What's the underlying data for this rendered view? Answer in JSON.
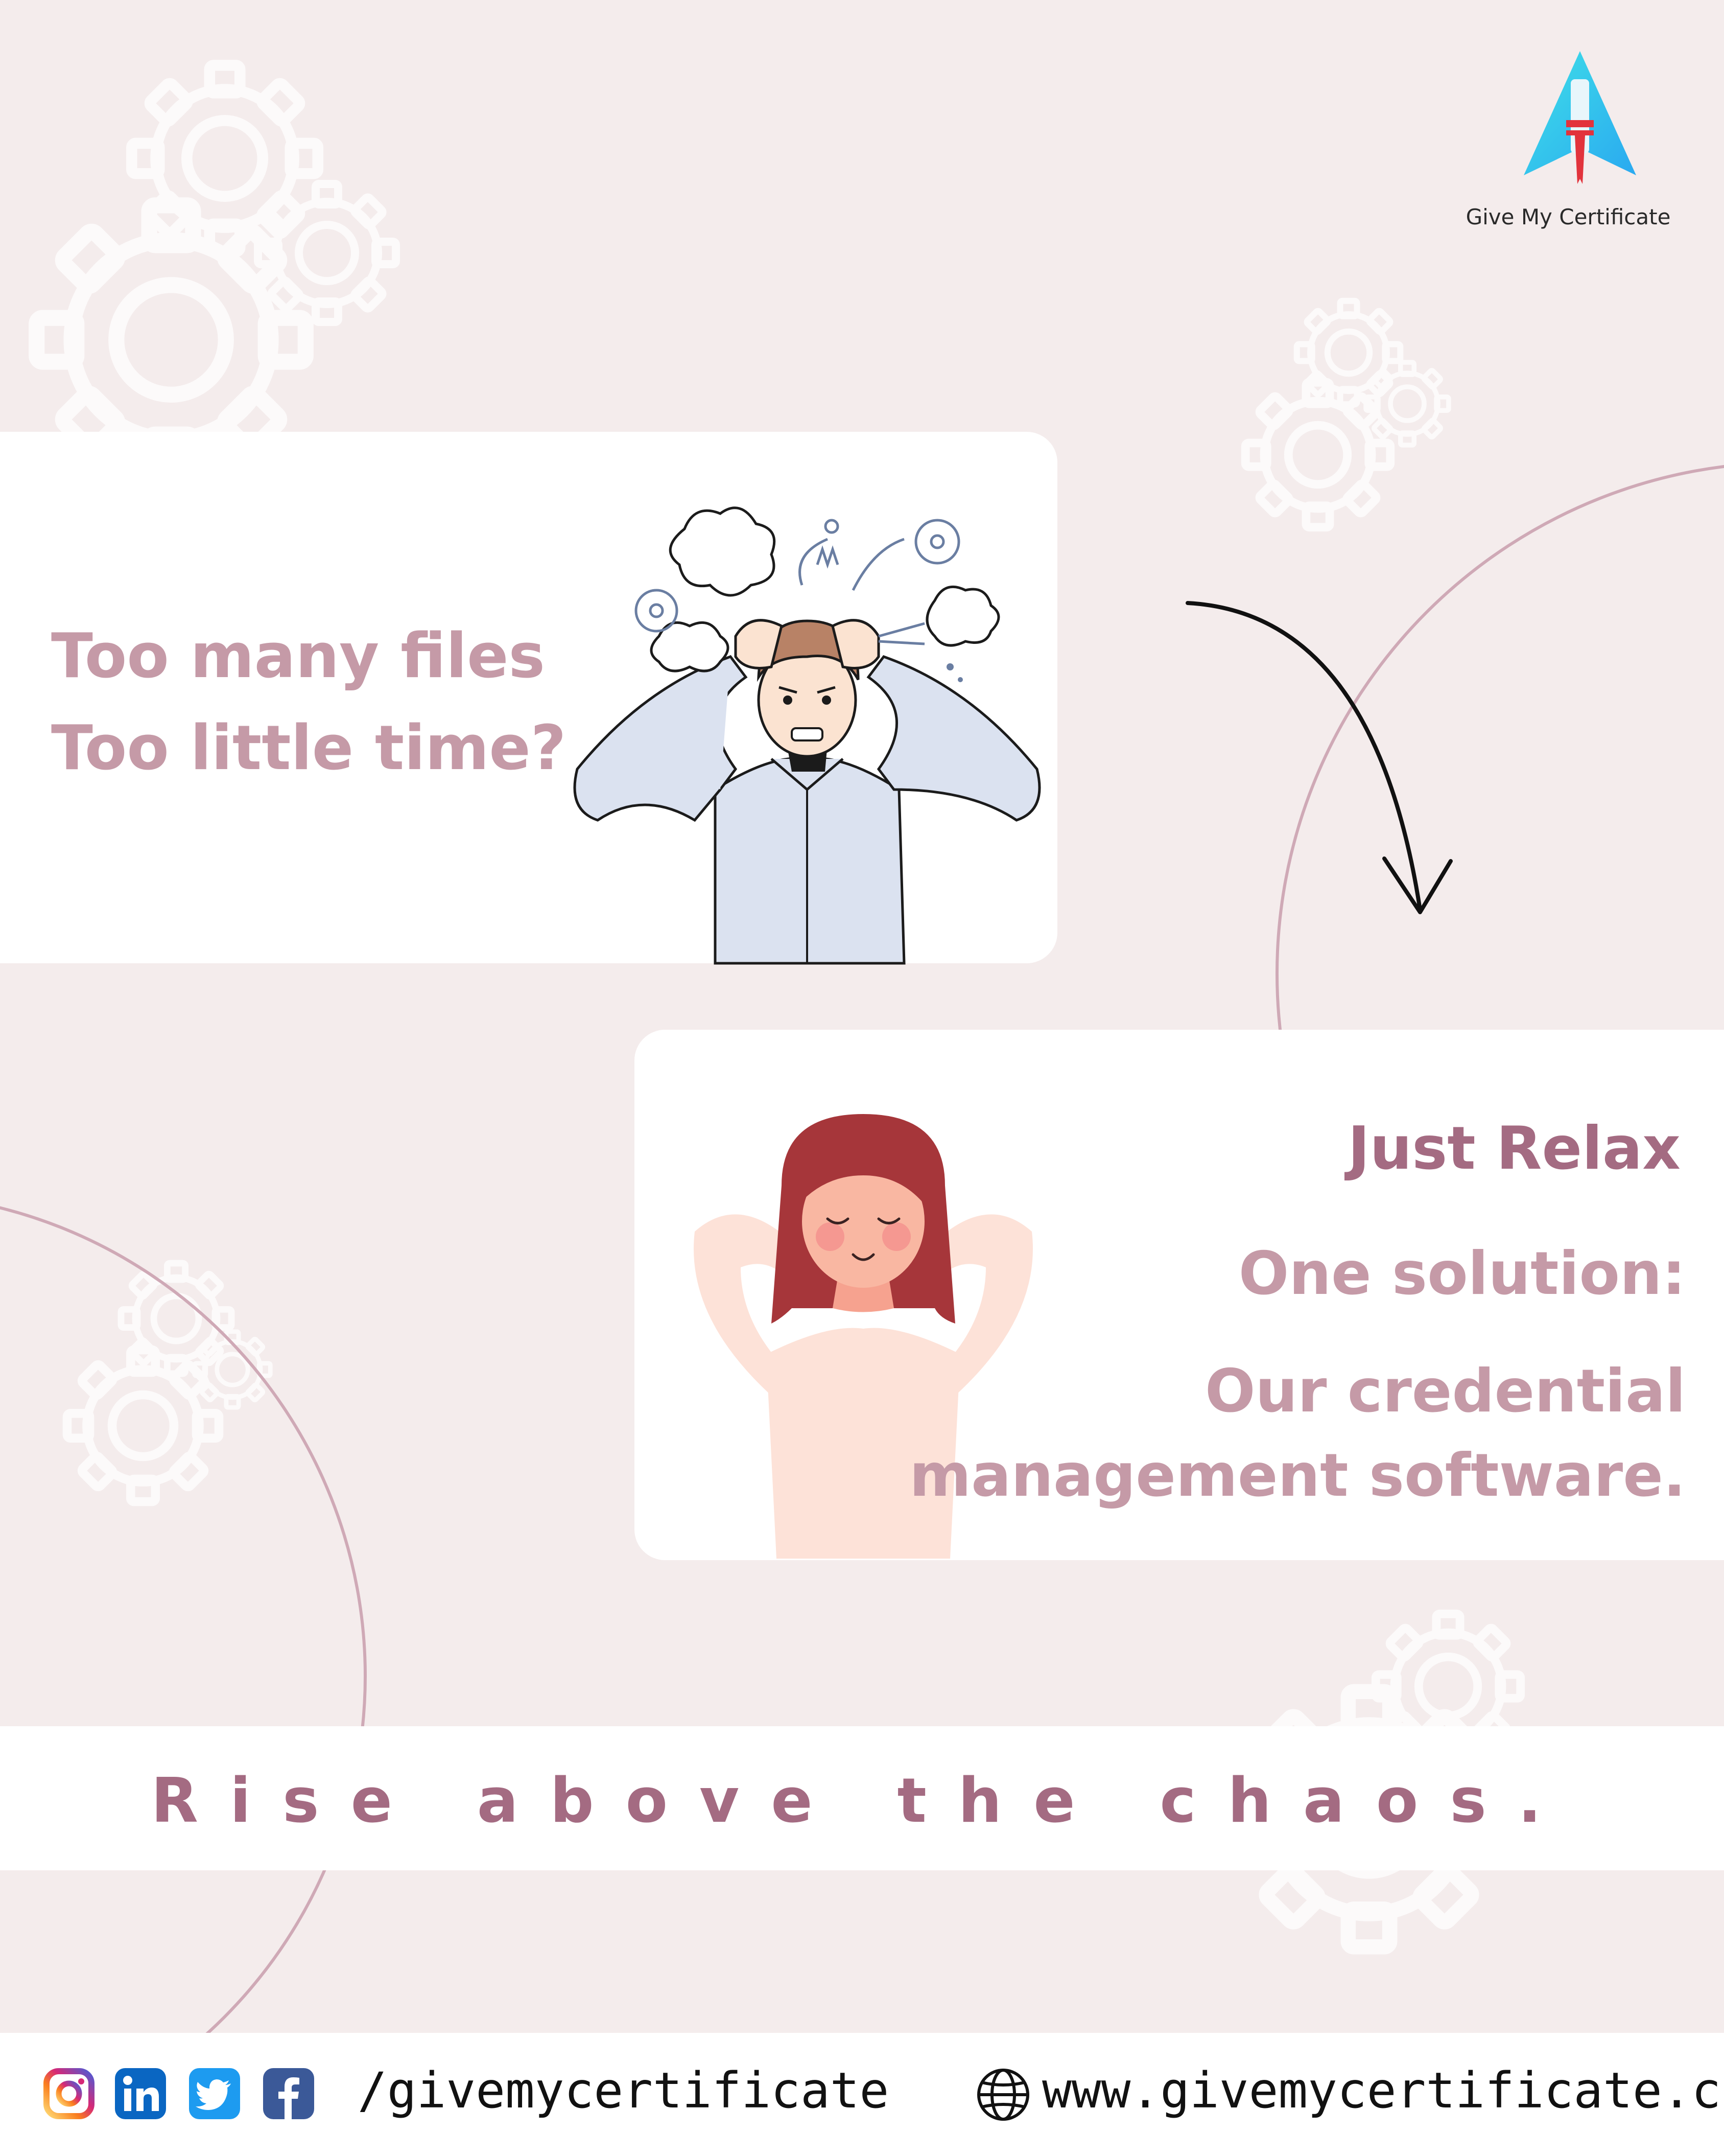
{
  "brand": {
    "name": "Give My Certificate"
  },
  "problem": {
    "line1": "Too many files",
    "line2": "Too little time?"
  },
  "solution": {
    "heading": "Just Relax",
    "line1": "One solution:",
    "line2": "Our credential",
    "line3": "management software."
  },
  "tagline": "Rise above the chaos.",
  "footer": {
    "handle": "/givemycertificate",
    "website": "www.givemycertificate.com",
    "social_icons": [
      "instagram-icon",
      "linkedin-icon",
      "twitter-icon",
      "facebook-icon"
    ],
    "globe_icon": "globe-icon"
  },
  "colors": {
    "background": "#f4ecec",
    "headline": "#c59aa7",
    "accent": "#a46b82",
    "card": "#ffffff"
  }
}
